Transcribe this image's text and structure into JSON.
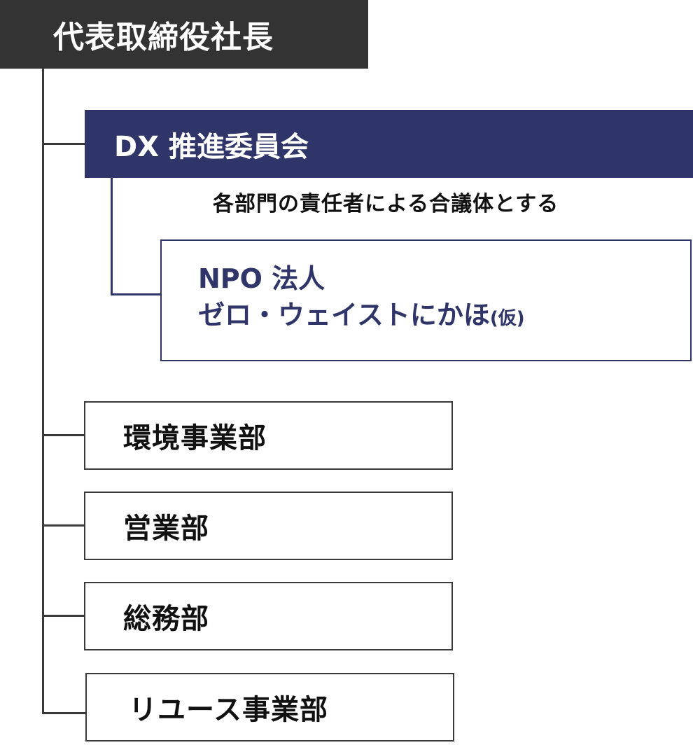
{
  "org_chart": {
    "root": {
      "label": "代表取締役社長",
      "color": "#333333"
    },
    "committee": {
      "label": "DX 推進委員会",
      "color": "#2f3469",
      "note": "各部門の責任者による合議体とする",
      "child": {
        "line1": "NPO 法人",
        "line2": "ゼロ・ウェイストにかほ",
        "suffix": "(仮)",
        "border_color": "#2f3469"
      }
    },
    "departments": [
      {
        "label": "環境事業部"
      },
      {
        "label": "営業部"
      },
      {
        "label": "総務部"
      },
      {
        "label": "リユース事業部"
      }
    ]
  }
}
